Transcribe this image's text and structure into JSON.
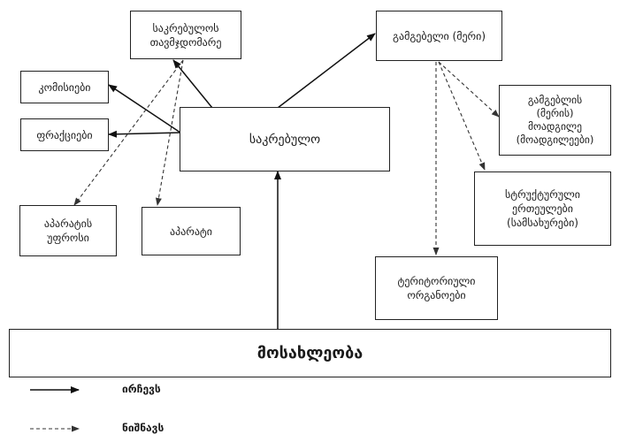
{
  "nodes": {
    "council_chair": "საკრებულოს\nთავმჯდომარე",
    "governor": "გამგებელი (მერი)",
    "commissions": "კომისიები",
    "factions": "ფრაქციები",
    "council": "საკრებულო",
    "deputy_governor": "გამგებლის\n(მერის)\nმოადგილე\n(მოადგილეები)",
    "structural_units": "სტრუქტურული\nერთეულები\n(სამსახურები)",
    "apparatus_head": "აპარატის\nუფროსი",
    "apparatus": "აპარატი",
    "territorial_bodies": "ტერიტორიული\nორგანოები",
    "population": "მოსახლეობა"
  },
  "legend": {
    "solid": "ირჩევს",
    "dashed": "ნიშნავს"
  }
}
